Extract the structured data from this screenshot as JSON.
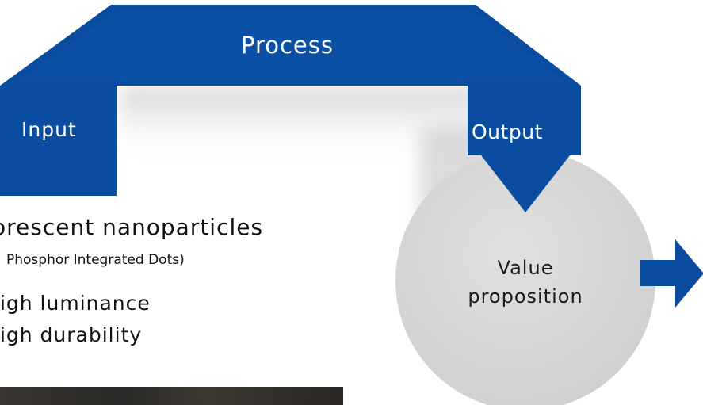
{
  "diagram": {
    "process_label": "Process",
    "input_label": "Input",
    "output_label": "Output",
    "value_label_line1": "Value",
    "value_label_line2": "proposition"
  },
  "content": {
    "nanoparticles_title": "orescent nanoparticles",
    "nanoparticles_subtitle": "Phosphor Integrated Dots)",
    "features": [
      "ligh luminance",
      "ligh durability"
    ]
  },
  "colors": {
    "arrow_blue": "#0a4da0",
    "arrow_blue_dark": "#073a80",
    "circle_gray": "#d6d6d6",
    "text": "#111111"
  }
}
